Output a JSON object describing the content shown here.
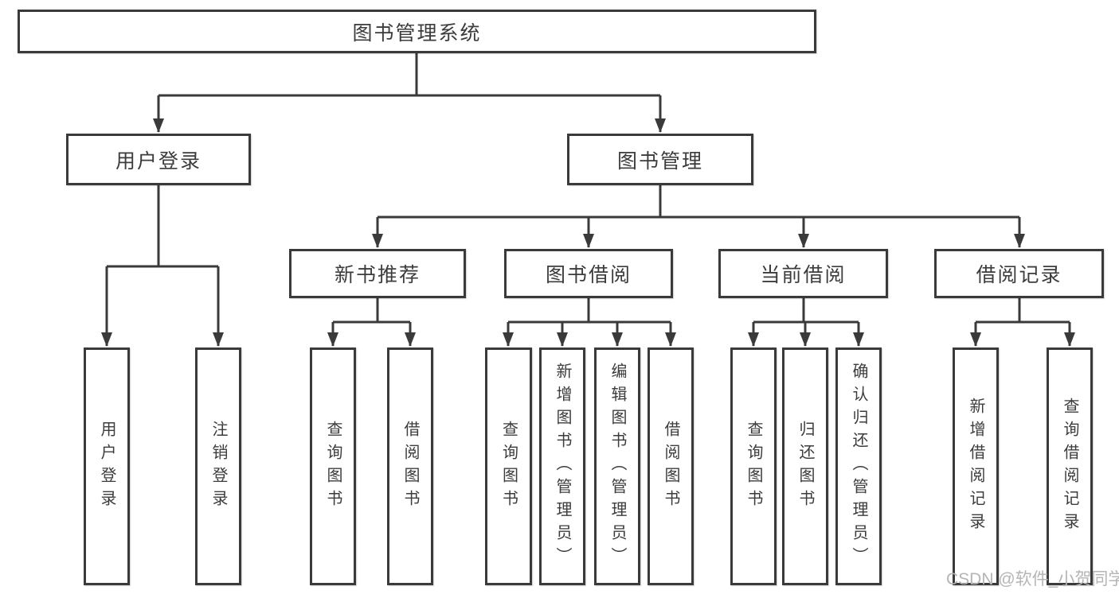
{
  "tree": {
    "root": "图书管理系统",
    "branches": [
      {
        "label": "用户登录",
        "leaves": [
          "用户登录",
          "注销登录"
        ]
      },
      {
        "label": "图书管理",
        "groups": [
          {
            "label": "新书推荐",
            "leaves": [
              "查询图书",
              "借阅图书"
            ]
          },
          {
            "label": "图书借阅",
            "leaves": [
              "查询图书",
              "新增图书（管理员）",
              "编辑图书（管理员）",
              "借阅图书"
            ]
          },
          {
            "label": "当前借阅",
            "leaves": [
              "查询图书",
              "归还图书",
              "确认归还（管理员）"
            ]
          },
          {
            "label": "借阅记录",
            "leaves": [
              "新增借阅记录",
              "查询借阅记录"
            ]
          }
        ]
      }
    ],
    "watermark": "CSDN @软件_小贺同学"
  },
  "colors": {
    "line": "#3a3a3a",
    "box_border": "#3a3a3a",
    "text": "#3c3c3c",
    "background": "#ffffff",
    "watermark": "#b5b5b5"
  }
}
